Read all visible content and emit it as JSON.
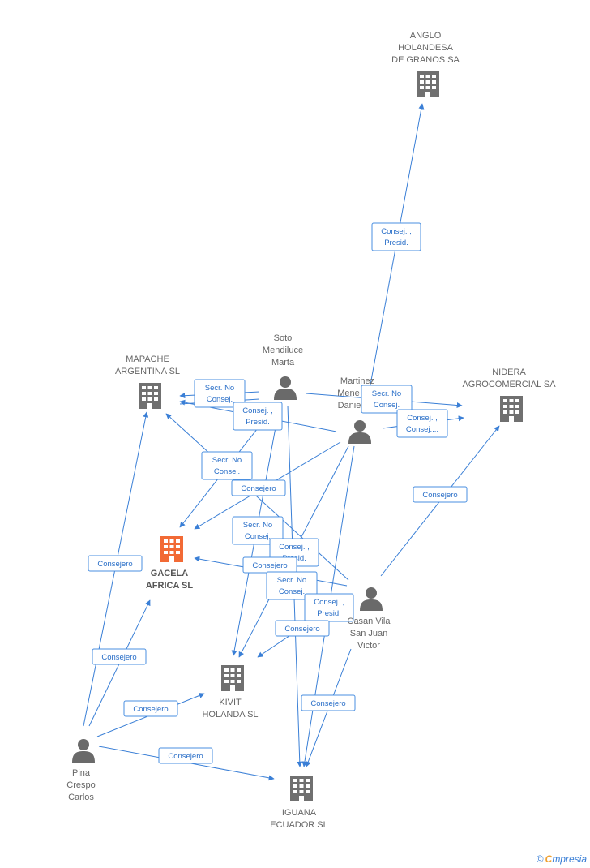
{
  "colors": {
    "edge": "#3a7fd6",
    "company": "#707070",
    "focus_company": "#f26a35",
    "person": "#6a6a6a"
  },
  "nodes": {
    "anglo": {
      "type": "company",
      "lines": [
        "ANGLO",
        "HOLANDESA",
        "DE GRANOS SA"
      ]
    },
    "mapache": {
      "type": "company",
      "lines": [
        "MAPACHE",
        "ARGENTINA SL"
      ]
    },
    "nidera": {
      "type": "company",
      "lines": [
        "NIDERA",
        "AGROCOMERCIAL SA"
      ]
    },
    "gacela": {
      "type": "focus-company",
      "lines": [
        "GACELA",
        "AFRICA SL"
      ]
    },
    "kivit": {
      "type": "company",
      "lines": [
        "KIVIT",
        "HOLANDA SL"
      ]
    },
    "iguana": {
      "type": "company",
      "lines": [
        "IGUANA",
        "ECUADOR SL"
      ]
    },
    "soto": {
      "type": "person",
      "lines": [
        "Soto",
        "Mendiluce",
        "Marta"
      ]
    },
    "martinez": {
      "type": "person",
      "lines": [
        "Martinez",
        "Mene",
        "Danie"
      ]
    },
    "casan": {
      "type": "person",
      "lines": [
        "Casan Vila",
        "San Juan",
        "Victor"
      ]
    },
    "pina": {
      "type": "person",
      "lines": [
        "Pina",
        "Crespo",
        "Carlos"
      ]
    }
  },
  "edge_labels": [
    [
      "Consej. ,",
      "Presid."
    ],
    [
      "Secr. No",
      "Consej."
    ],
    [
      "Consej. ,",
      "Presid."
    ],
    [
      "Secr. No",
      "Consej."
    ],
    [
      "Consej. ,",
      "Consej...."
    ],
    [
      "Secr. No",
      "Consej."
    ],
    [
      "Consejero"
    ],
    [
      "Consejero"
    ],
    [
      "Secr. No",
      "Consej."
    ],
    [
      "Consej. ,",
      "Presid."
    ],
    [
      "Consejero"
    ],
    [
      "Secr. No",
      "Consej."
    ],
    [
      "Consej. ,",
      "Presid."
    ],
    [
      "Consejero"
    ],
    [
      "Consejero"
    ],
    [
      "Consejero"
    ],
    [
      "Consejero"
    ],
    [
      "Consejero"
    ],
    [
      "Consejero"
    ]
  ],
  "footer": {
    "copyright": "©",
    "brand_first": "C",
    "brand_rest": "mpresia"
  }
}
